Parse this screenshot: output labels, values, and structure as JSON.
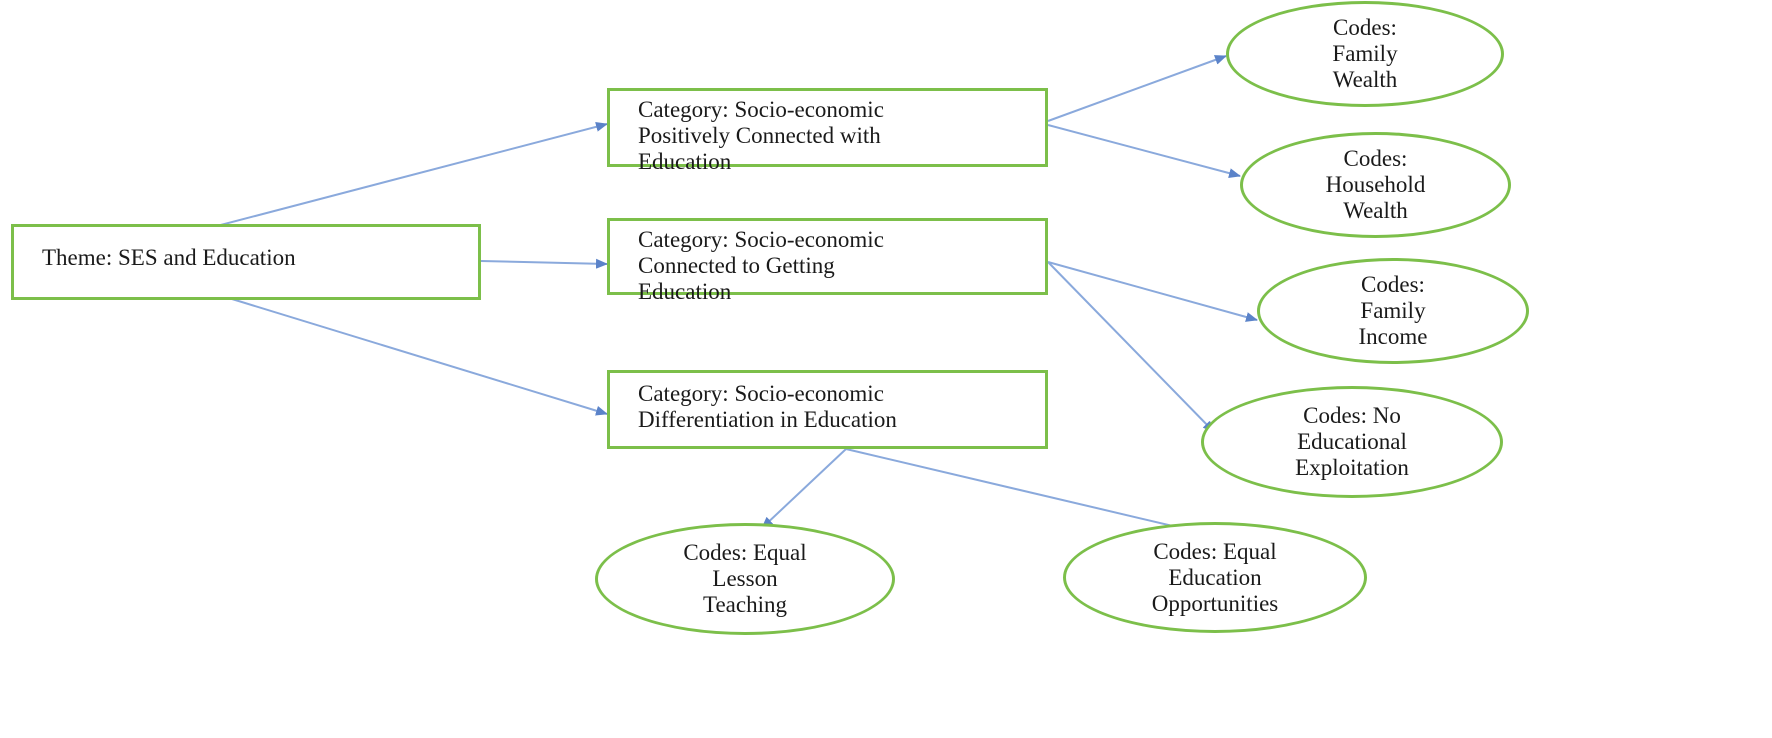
{
  "theme": {
    "label": "Theme: SES and Education"
  },
  "categories": [
    {
      "label": "Category: Socio-economic\nPositively Connected with\nEducation"
    },
    {
      "label": "Category: Socio-economic\nConnected to Getting\nEducation"
    },
    {
      "label": "Category: Socio-economic\nDifferentiation in Education"
    }
  ],
  "codes": [
    {
      "label": "Codes:\nFamily\nWealth"
    },
    {
      "label": "Codes:\nHousehold\nWealth"
    },
    {
      "label": "Codes:\nFamily\nIncome"
    },
    {
      "label": "Codes: No\nEducational\nExploitation"
    },
    {
      "label": "Codes: Equal\nLesson\nTeaching"
    },
    {
      "label": "Codes: Equal\nEducation\nOpportunities"
    }
  ],
  "colors": {
    "node_border": "#7cbf4a",
    "arrow": "#5b83c9"
  }
}
